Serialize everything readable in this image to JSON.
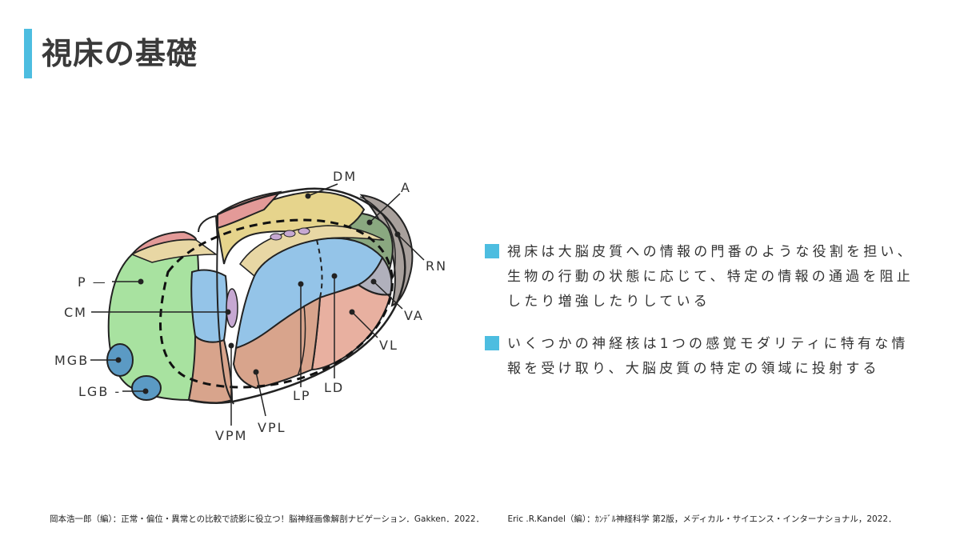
{
  "title": "視床の基礎",
  "labels": {
    "dm": "DM",
    "a": "A",
    "rn": "RN",
    "va": "VA",
    "vl": "VL",
    "ld": "LD",
    "lp": "LP",
    "vpl": "VPL",
    "vpm": "VPM",
    "p": "P —",
    "cm": "CM",
    "mgb": "MGB",
    "lgb": "LGB -"
  },
  "bullets": [
    "視床は大脳皮質への情報の門番のような役割を担い、生物の行動の状態に応じて、特定の情報の通過を阻止したり増強したりしている",
    "いくつかの神経核は1つの感覚モダリティに特有な情報を受け取り、大脳皮質の特定の領域に投射する"
  ],
  "footer": {
    "ref1": "岡本浩一郎（編）：正常・偏位・異常との比較で読影に役立つ！脳神経画像解剖ナビゲーション．Gakken．2022．",
    "ref2": "Eric .R.Kandel（編）：ｶﾝﾃﾞﾙ神経科学 第2版，メディカル・サイエンス・インターナショナル，2022．"
  },
  "colors": {
    "accent": "#4dbde0",
    "pulvinar": "#a8e2a0",
    "lp_ld": "#94c4e8",
    "ventral": "#d8a48c",
    "vl": "#e8b0a0",
    "dm": "#e6d48c",
    "anterior": "#8aa880",
    "rn": "#a8a09c",
    "va": "#b0b0bc",
    "mgb_lgb": "#5b9ac4",
    "top_pink": "#e39a98",
    "lamina": "#e8d7a4"
  }
}
